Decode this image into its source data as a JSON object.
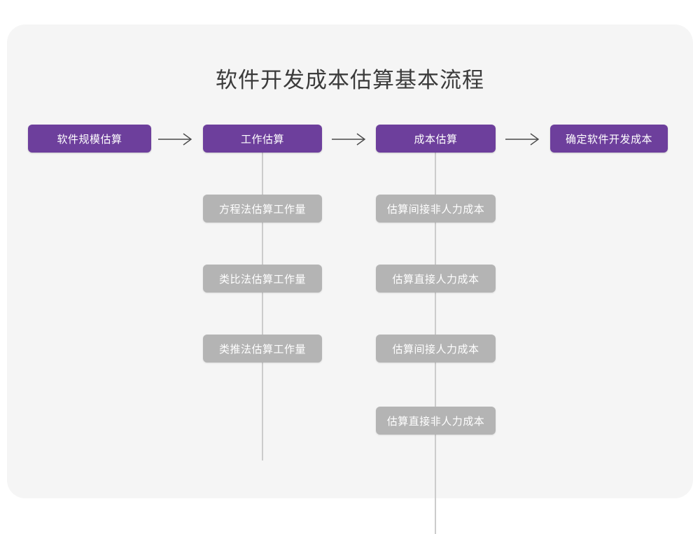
{
  "title": "软件开发成本估算基本流程",
  "colors": {
    "canvas": "#ffffff",
    "card": "#f5f5f5",
    "primary": "#6d3f9c",
    "secondary": "#b4b4b4",
    "connector": "#cccccc",
    "title_text": "#3b3b3b",
    "node_text": "#ffffff"
  },
  "flow": {
    "arrow_glyph": "arrow-right-icon",
    "columns": [
      {
        "id": "software-scale-estimation",
        "header": "软件规模估算",
        "children": []
      },
      {
        "id": "effort-estimation",
        "header": "工作估算",
        "children": [
          "方程法估算工作量",
          "类比法估算工作量",
          "类推法估算工作量"
        ]
      },
      {
        "id": "cost-estimation",
        "header": "成本估算",
        "children": [
          "估算间接非人力成本",
          "估算直接人力成本",
          "估算间接人力成本",
          "估算直接非人力成本"
        ]
      },
      {
        "id": "determine-development-cost",
        "header": "确定软件开发成本",
        "children": []
      }
    ]
  }
}
